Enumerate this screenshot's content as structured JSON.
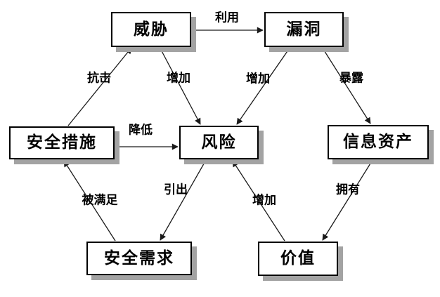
{
  "diagram": {
    "description": "security-risk-relationship-diagram",
    "colors": {
      "background": "#ffffff",
      "node_fill": "#ffffff",
      "node_border": "#000000",
      "node_shadow": "#a3a3a3",
      "line": "#1a1a1a",
      "text": "#000000"
    },
    "nodes": [
      {
        "id": "threat",
        "label": "威胁"
      },
      {
        "id": "vulnerability",
        "label": "漏洞"
      },
      {
        "id": "security-measures",
        "label": "安全措施"
      },
      {
        "id": "risk",
        "label": "风险"
      },
      {
        "id": "info-assets",
        "label": "信息资产"
      },
      {
        "id": "security-requirements",
        "label": "安全需求"
      },
      {
        "id": "value",
        "label": "价值"
      }
    ],
    "edges": [
      {
        "from": "threat",
        "to": "vulnerability",
        "label": "利用"
      },
      {
        "from": "security-measures",
        "to": "threat",
        "label": "抗击"
      },
      {
        "from": "threat",
        "to": "risk",
        "label": "增加"
      },
      {
        "from": "vulnerability",
        "to": "risk",
        "label": "增加"
      },
      {
        "from": "vulnerability",
        "to": "info-assets",
        "label": "暴露"
      },
      {
        "from": "security-measures",
        "to": "risk",
        "label": "降低"
      },
      {
        "from": "security-requirements",
        "to": "security-measures",
        "label": "被满足"
      },
      {
        "from": "risk",
        "to": "security-requirements",
        "label": "引出"
      },
      {
        "from": "value",
        "to": "risk",
        "label": "增加"
      },
      {
        "from": "info-assets",
        "to": "value",
        "label": "拥有"
      }
    ]
  }
}
